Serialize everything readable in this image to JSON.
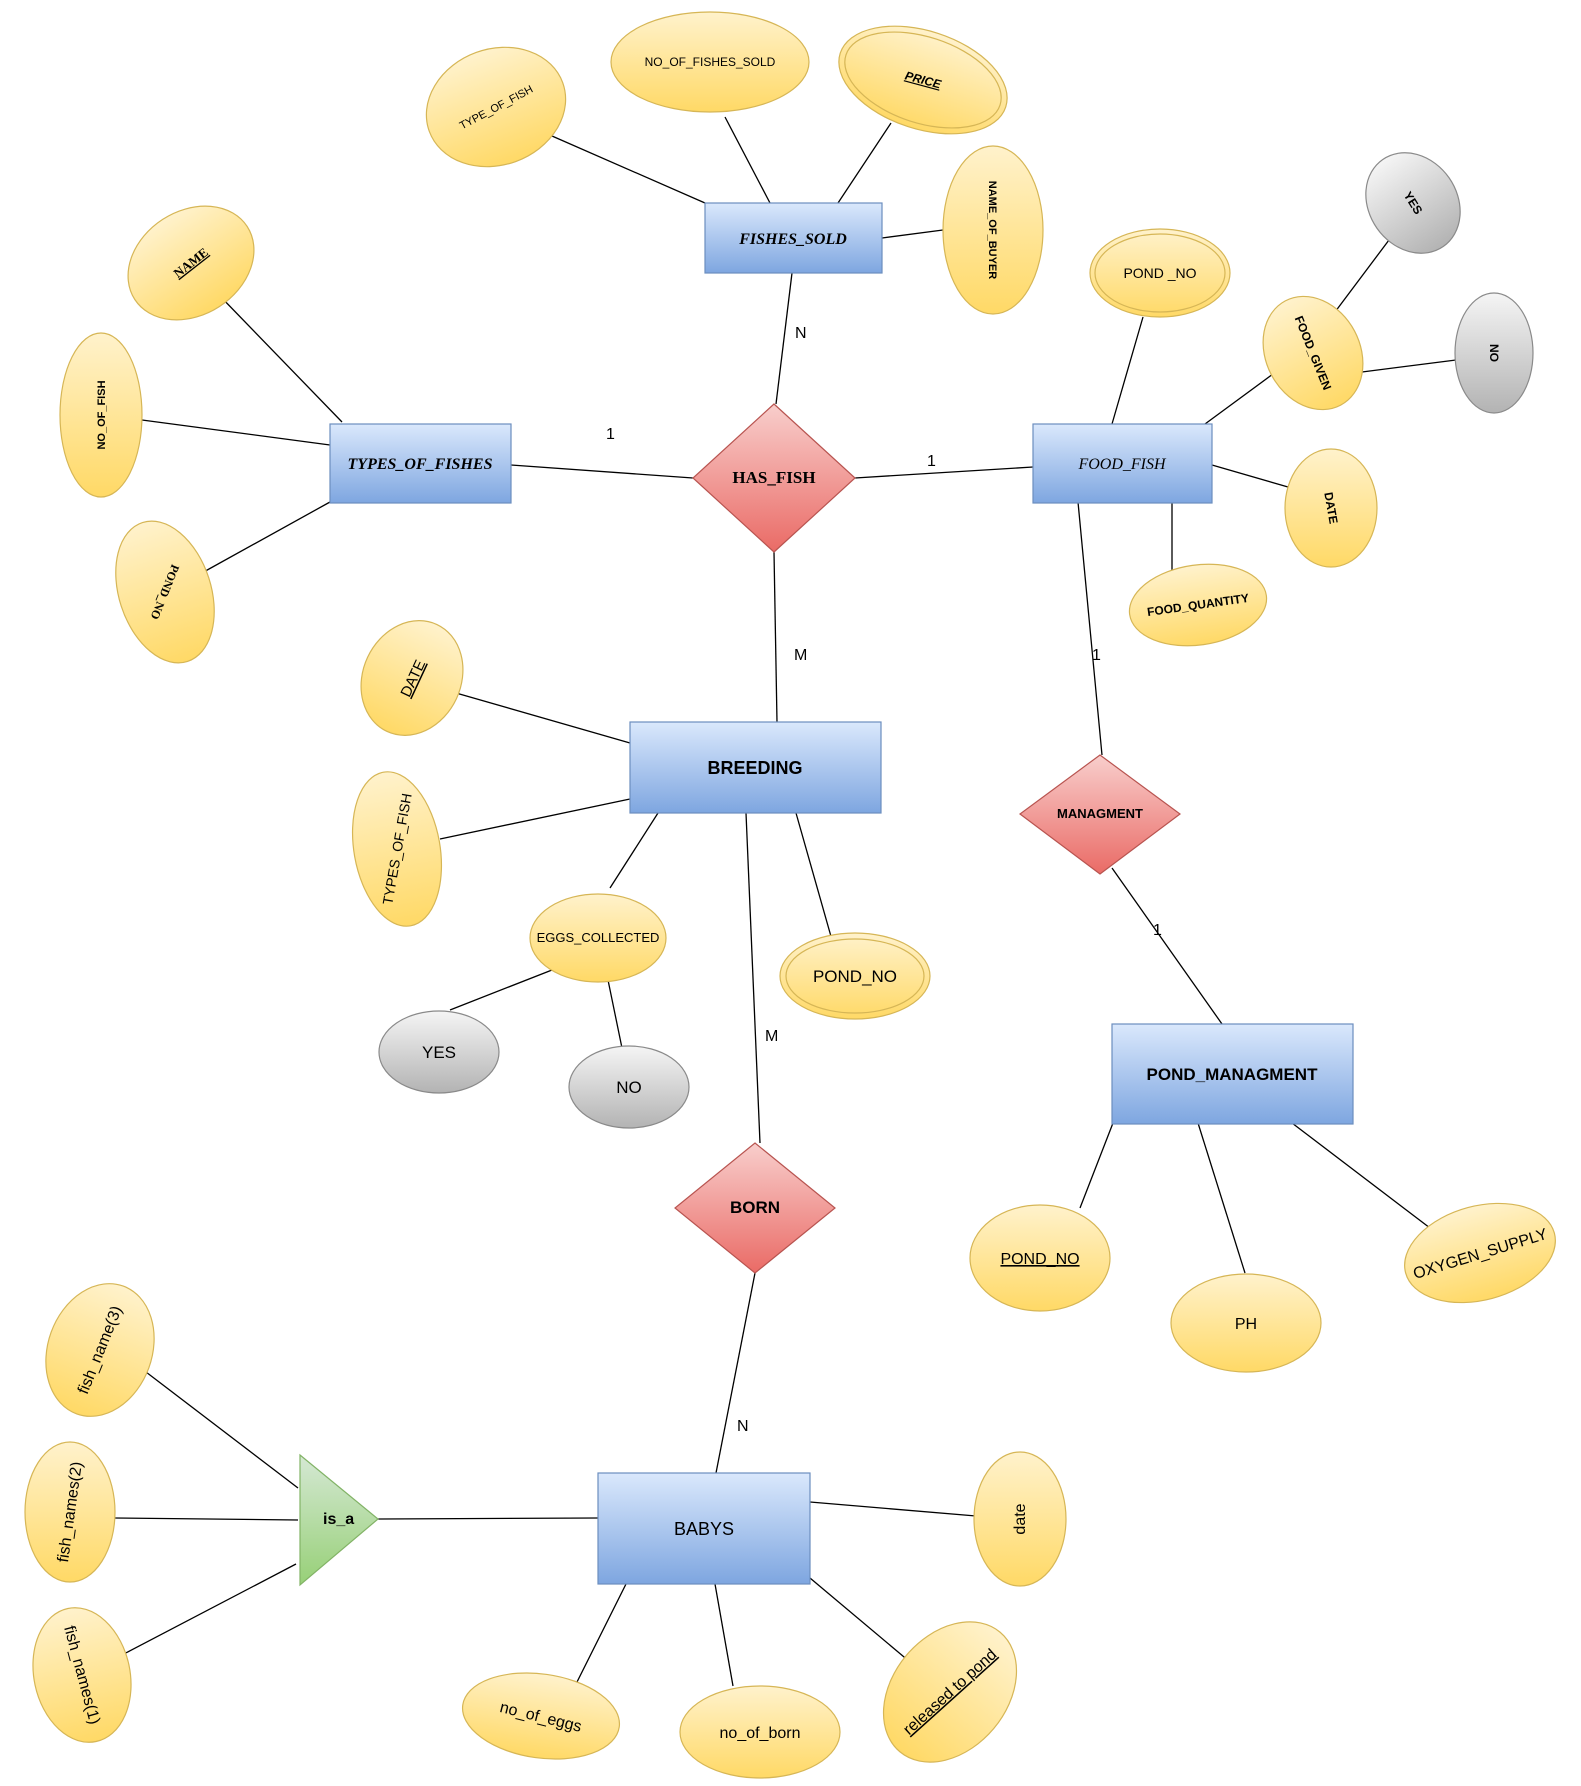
{
  "colors": {
    "entity_fill_top": "#dae8fc",
    "entity_fill_bottom": "#7ea6e0",
    "attribute_fill_top": "#fff2cc",
    "attribute_fill_bottom": "#ffd966",
    "multivalue_fill_top": "#f5f5f5",
    "multivalue_fill_bottom": "#b3b3b3",
    "relationship_fill_top": "#f8cecc",
    "relationship_fill_bottom": "#ea6b66",
    "isa_fill_top": "#d5e8d4",
    "isa_fill_bottom": "#97d077"
  },
  "entities": {
    "fishes_sold": "FISHES_SOLD",
    "types_of_fishes": "TYPES_OF_FISHES",
    "food_fish": "FOOD_FISH",
    "breeding": "BREEDING",
    "pond_managment": "POND_MANAGMENT",
    "babys": "BABYS"
  },
  "relationships": {
    "has_fish": "HAS_FISH",
    "managment": "MANAGMENT",
    "born": "BORN",
    "is_a": "is_a"
  },
  "attributes": {
    "type_of_fish": "TYPE_OF_FISH",
    "no_of_fishes_sold": "NO_OF_FISHES_SOLD",
    "price": "PRICE",
    "name_of_buyer": "NAME_OF_BUYER",
    "name": "NAME",
    "no_of_fish": "NO_OF_FISH",
    "pond_no_types": "POND_NO",
    "food_pond_no": "POND _NO",
    "food_given": "FOOD_GIVEN",
    "food_yes": "YES",
    "food_no": "NO",
    "food_date": "DATE",
    "food_quantity": "FOOD_QUANTITY",
    "breeding_date": "DATE",
    "breeding_types_of_fish": "TYPES_OF_FISH",
    "eggs_collected": "EGGS_COLLECTED",
    "eggs_yes": "YES",
    "eggs_no": "NO",
    "breeding_pond_no": "POND_NO",
    "pm_pond_no": "POND_NO",
    "ph": "PH",
    "oxygen_supply": "OXYGEN_SUPPLY",
    "fish_name_3": "fish_name(3)",
    "fish_names_2": "fish_names(2)",
    "fish_names_1": "fish_names(1)",
    "babys_date": "date",
    "no_of_eggs": "no_of_eggs",
    "no_of_born": "no_of_born",
    "released_to_pond": "released to pond"
  },
  "cardinalities": {
    "fishes_sold_has_fish": "N",
    "types_has_fish": "1",
    "food_has_fish": "1",
    "breeding_has_fish": "M",
    "food_managment": "1",
    "pond_managment": "1",
    "breeding_born": "M",
    "babys_born": "N"
  }
}
